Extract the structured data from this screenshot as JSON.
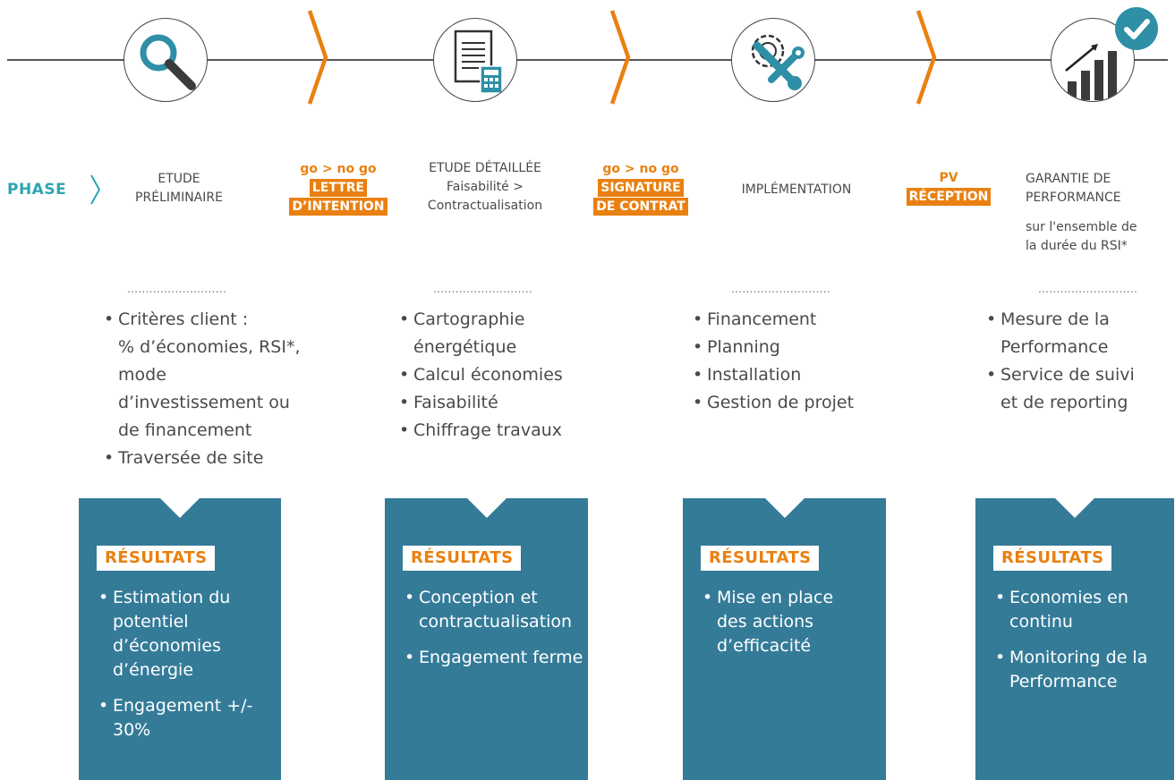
{
  "phase_label": "PHASE",
  "steps": [
    {
      "title_lines": [
        "ETUDE",
        "PRÉLIMINAIRE"
      ],
      "subtitle": "",
      "note_lines": [],
      "dots": "...........................",
      "bullets": [
        "Critères client :",
        "% d’économies, RSI*,",
        "mode",
        "d’investissement ou",
        "de financement",
        "Traversée de site"
      ],
      "results": [
        "Estimation du potentiel d’économies d’énergie",
        "Engagement +/- 30%"
      ]
    },
    {
      "title_lines": [
        "ETUDE DÉTAILLÉE"
      ],
      "subtitle_lines": [
        "Faisabilité >",
        "Contractualisation"
      ],
      "note_lines": [],
      "dots": "...........................",
      "bullets": [
        "Cartographie",
        "énergétique",
        "Calcul économies",
        "Faisabilité",
        "Chiffrage travaux"
      ],
      "results": [
        "Conception et contractualisation",
        "Engagement ferme"
      ]
    },
    {
      "title_lines": [
        "IMPLÉMENTATION"
      ],
      "subtitle_lines": [],
      "note_lines": [],
      "dots": "...........................",
      "bullets": [
        "Financement",
        "Planning",
        "Installation",
        "Gestion de projet"
      ],
      "results": [
        "Mise en place des actions d’efficacité"
      ]
    },
    {
      "title_lines": [
        "GARANTIE DE",
        "PERFORMANCE"
      ],
      "subtitle_lines": [],
      "note_lines": [
        "sur l'ensemble de",
        "la durée du RSI*"
      ],
      "dots": "...........................",
      "bullets": [
        "Mesure de la",
        "Performance",
        "Service de suivi",
        "et de reporting"
      ],
      "results": [
        "Economies en continu",
        "Monitoring de la Performance"
      ]
    }
  ],
  "gates": [
    {
      "gonogo": "go > no go",
      "tag_lines": [
        "LETTRE",
        "D’INTENTION"
      ]
    },
    {
      "gonogo": "go > no go",
      "tag_lines": [
        "SIGNATURE",
        "DE CONTRAT"
      ]
    },
    {
      "gonogo": "PV",
      "tag_lines": [
        "RÉCEPTION"
      ]
    }
  ],
  "results_label": "RÉSULTATS",
  "icons": [
    "magnifier-icon",
    "document-calculator-icon",
    "gear-wrench-icon",
    "growth-chart-check-icon"
  ],
  "colors": {
    "accent_orange": "#ea8010",
    "teal_box": "#347b98",
    "phase_teal": "#2ea5b0",
    "icon_teal": "#2e8fa6",
    "text_gray": "#4a4a4a"
  }
}
